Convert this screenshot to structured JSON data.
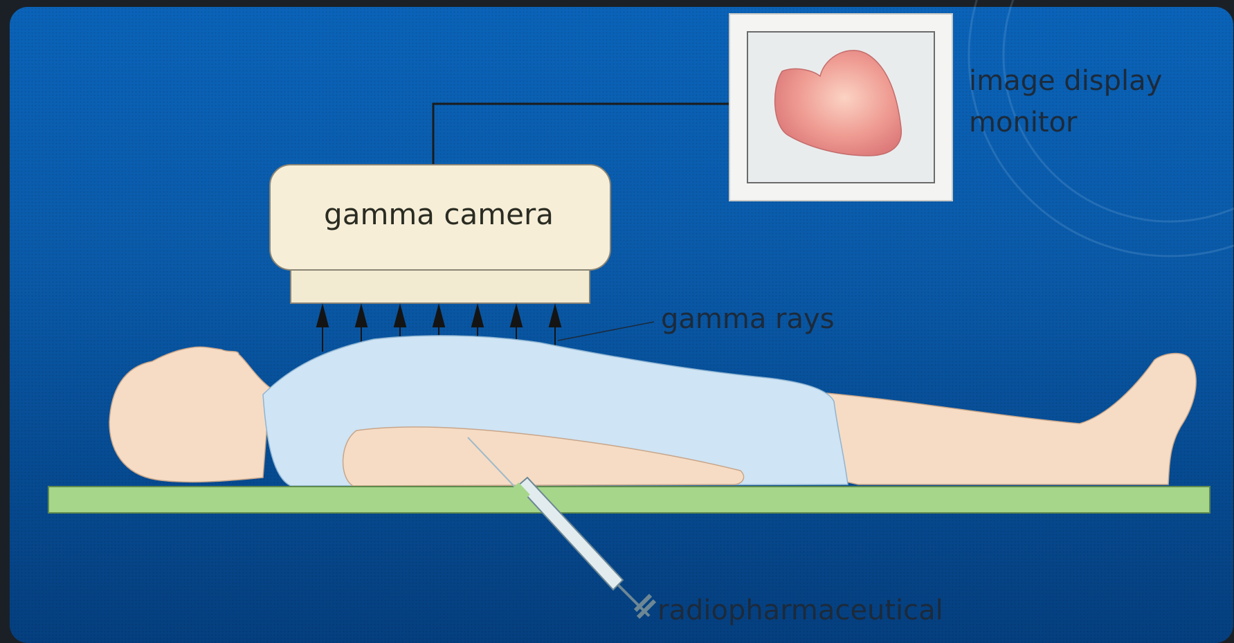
{
  "labels": {
    "camera": "gamma camera",
    "monitor_line1": "image display",
    "monitor_line2": "monitor",
    "rays": "gamma rays",
    "injection": "radiopharmaceutical"
  },
  "colors": {
    "background": "#0a5aa9",
    "camera_body": "#f7eed8",
    "camera_base": "#f3ead2",
    "skin": "#f6dcc4",
    "gown": "#cfe4f4",
    "table": "#a6d68a",
    "heart": "#e98f8c",
    "monitor_frame": "#f4f4f2"
  }
}
